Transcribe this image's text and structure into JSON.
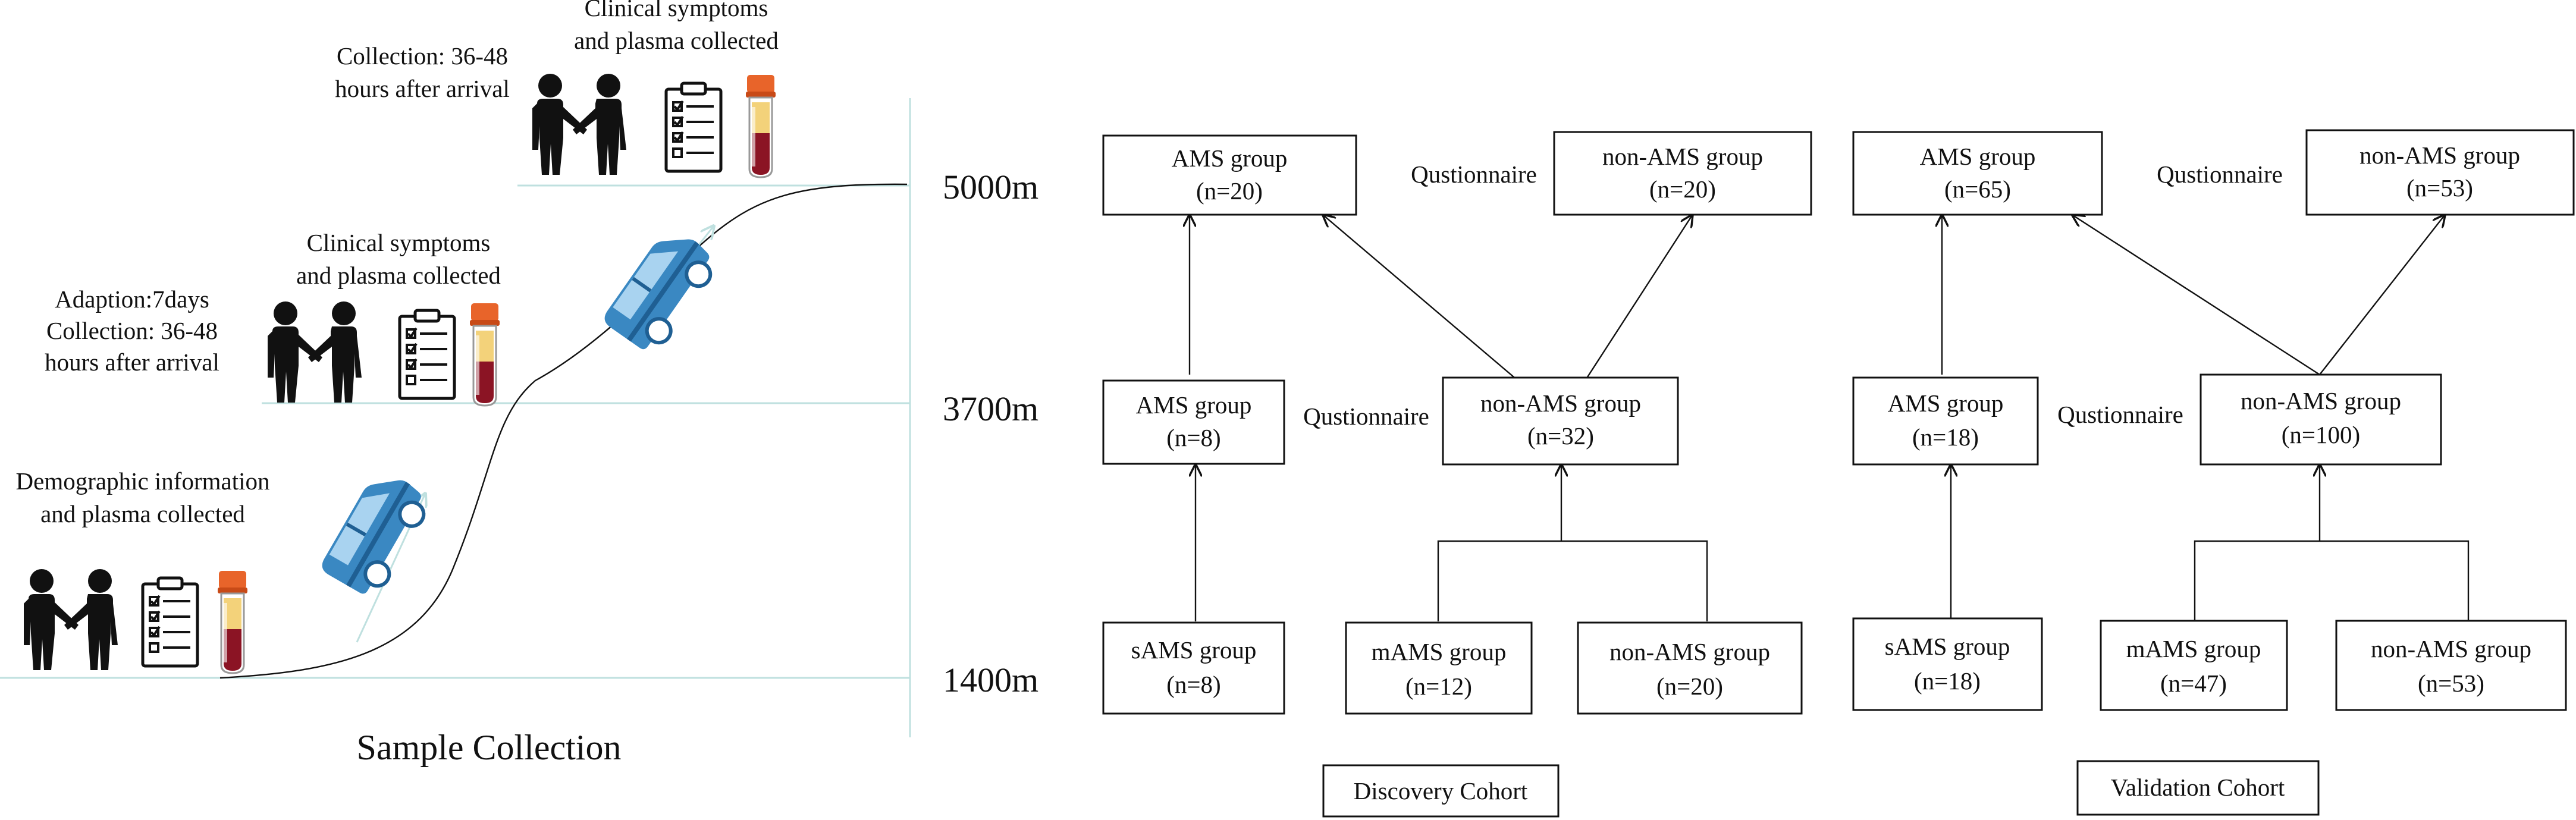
{
  "sample_collection": {
    "title": "Sample Collection",
    "stage_1400": {
      "line1": "Demographic information",
      "line2": "and plasma collected"
    },
    "stage_3700": {
      "symptoms_line1": "Clinical symptoms",
      "symptoms_line2": "and plasma collected",
      "adaption": "Adaption:7days",
      "collection_line1": "Collection: 36-48",
      "collection_line2": "hours after arrival"
    },
    "stage_5000": {
      "symptoms_line1": "Clinical symptoms",
      "symptoms_line2": "and plasma collected",
      "collection_line1": "Collection: 36-48",
      "collection_line2": "hours after arrival"
    }
  },
  "altitudes": {
    "high": "5000m",
    "mid": "3700m",
    "low": "1400m"
  },
  "questionnaire_label": "Qustionnaire",
  "discovery": {
    "title": "Discovery Cohort",
    "ams_5000": {
      "name": "AMS group",
      "n": "(n=20)"
    },
    "nonams_5000": {
      "name": "non-AMS group",
      "n": "(n=20)"
    },
    "ams_3700": {
      "name": "AMS group",
      "n": "(n=8)"
    },
    "nonams_3700": {
      "name": "non-AMS group",
      "n": "(n=32)"
    },
    "sams_1400": {
      "name": "sAMS group",
      "n": "(n=8)"
    },
    "mams_1400": {
      "name": "mAMS group",
      "n": "(n=12)"
    },
    "nonams_1400": {
      "name": "non-AMS group",
      "n": "(n=20)"
    }
  },
  "validation": {
    "title": "Validation Cohort",
    "ams_5000": {
      "name": "AMS group",
      "n": "(n=65)"
    },
    "nonams_5000": {
      "name": "non-AMS group",
      "n": "(n=53)"
    },
    "ams_3700": {
      "name": "AMS group",
      "n": "(n=18)"
    },
    "nonams_3700": {
      "name": "non-AMS group",
      "n": "(n=100)"
    },
    "sams_1400": {
      "name": "sAMS group",
      "n": "(n=18)"
    },
    "mams_1400": {
      "name": "mAMS group",
      "n": "(n=47)"
    },
    "nonams_1400": {
      "name": "non-AMS group",
      "n": "(n=53)"
    }
  }
}
